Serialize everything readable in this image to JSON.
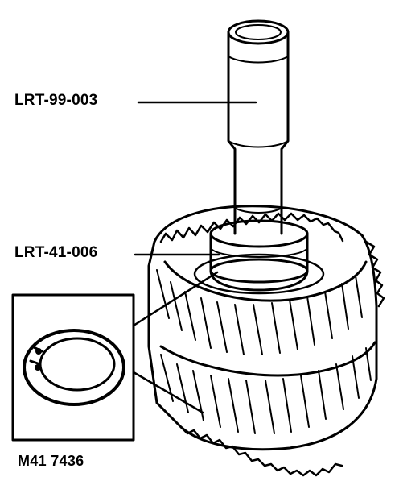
{
  "callouts": [
    {
      "label": "LRT-99-003"
    },
    {
      "label": "LRT-41-006"
    }
  ],
  "figure_id": "M41 7436",
  "colors": {
    "ink": "#000000",
    "paper": "#ffffff"
  },
  "parts": [
    "shaft-tool",
    "collar-tool",
    "helical-gear",
    "snap-ring"
  ]
}
